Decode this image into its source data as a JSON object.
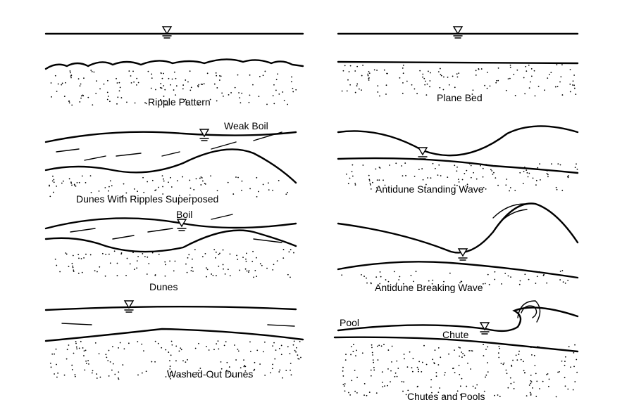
{
  "panels": {
    "ripple_pattern": {
      "label": "Ripple Pattern"
    },
    "dunes_with_ripples": {
      "label": "Dunes With Ripples Superposed",
      "annotation": "Weak Boil"
    },
    "dunes": {
      "label": "Dunes",
      "annotation": "Boil"
    },
    "washed_out_dunes": {
      "label": "Washed-Out Dunes"
    },
    "plane_bed": {
      "label": "Plane Bed"
    },
    "antidune_standing": {
      "label": "Antidune  Standing Wave"
    },
    "antidune_breaking": {
      "label": "Antidune Breaking Wave"
    },
    "chutes_pools": {
      "label": "Chutes and Pools",
      "pool": "Pool",
      "chute": "Chute"
    }
  }
}
